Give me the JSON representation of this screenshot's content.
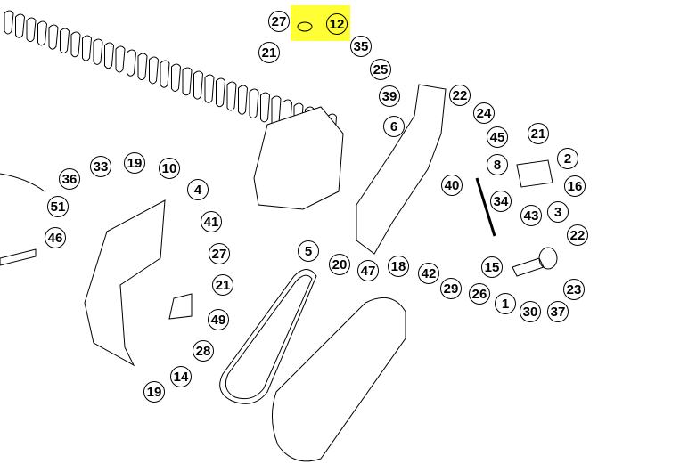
{
  "highlight_color": "#ffff33",
  "highlighted_part": "12",
  "callouts": [
    "27",
    "12",
    "21",
    "35",
    "25",
    "39",
    "22",
    "24",
    "6",
    "45",
    "21",
    "2",
    "8",
    "16",
    "33",
    "19",
    "10",
    "36",
    "4",
    "40",
    "34",
    "43",
    "3",
    "51",
    "41",
    "46",
    "22",
    "27",
    "5",
    "20",
    "18",
    "42",
    "15",
    "47",
    "21",
    "29",
    "26",
    "23",
    "1",
    "30",
    "37",
    "49",
    "28",
    "14",
    "19"
  ]
}
